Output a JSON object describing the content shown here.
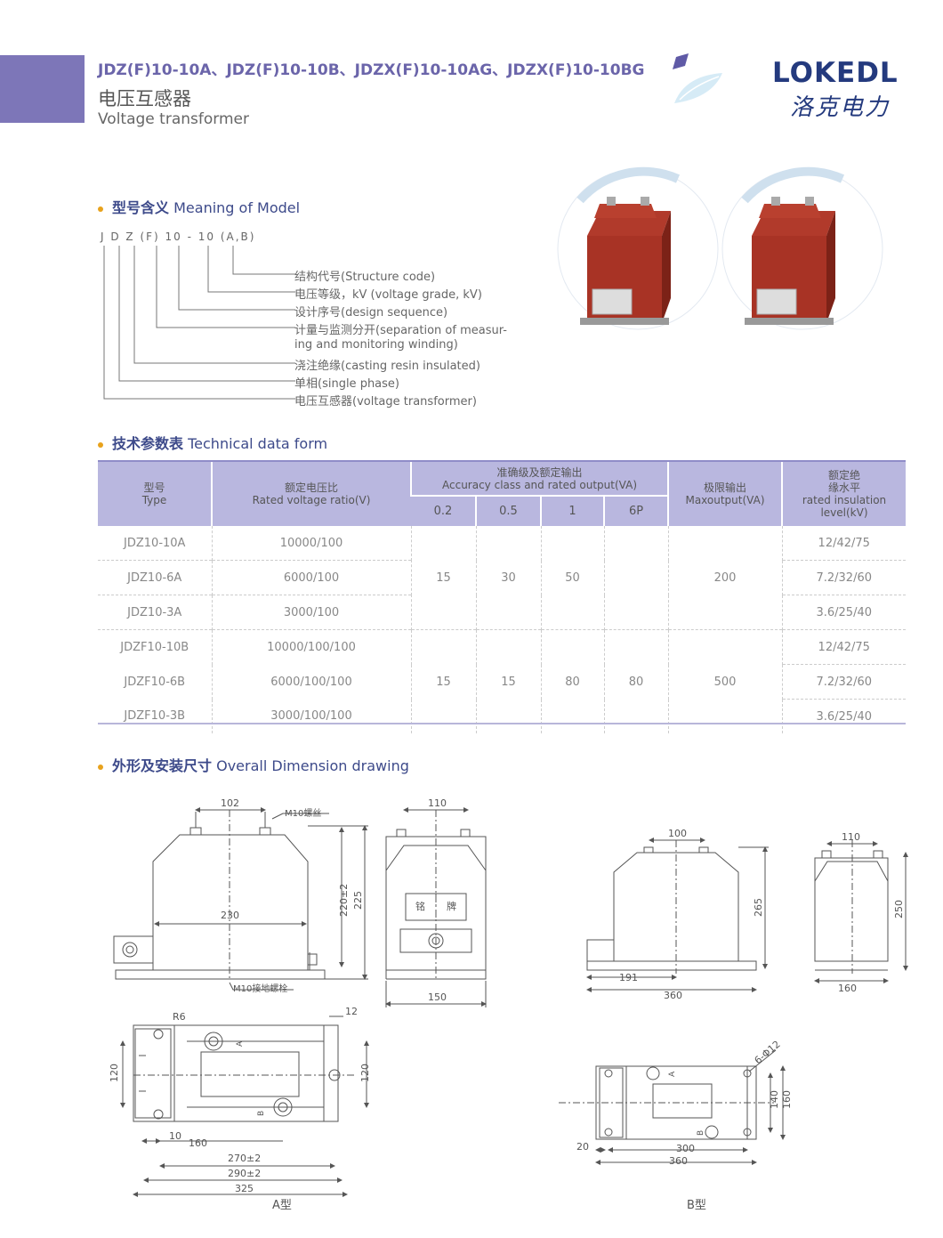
{
  "header": {
    "models": "JDZ(F)10-10A、JDZ(F)10-10B、JDZX(F)10-10AG、JDZX(F)10-10BG",
    "title_cn": "电压互感器",
    "title_en": "Voltage transformer"
  },
  "brand": {
    "name": "LOKEDL",
    "name_cn": "洛克电力",
    "color": "#243a7e",
    "accent": "#7d76b8"
  },
  "model_meaning": {
    "title_cn": "型号含义",
    "title_en": "Meaning of Model",
    "code": "J D Z (F) 10 - 10 (A,B)",
    "items": [
      "结构代号(Structure code)",
      "电压等级，kV (voltage grade, kV)",
      "设计序号(design sequence)",
      "计量与监测分开(separation of measur-",
      "ing and monitoring winding)",
      "浇注绝缘(casting resin insulated)",
      "单相(single phase)",
      "电压互感器(voltage transformer)"
    ]
  },
  "tech_data": {
    "title_cn": "技术参数表",
    "title_en": "Technical data form",
    "headers": {
      "type_cn": "型号",
      "type_en": "Type",
      "ratio_cn": "额定电压比",
      "ratio_en": "Rated voltage ratio(V)",
      "acc_cn": "准确级及额定输出",
      "acc_en": "Accuracy class and rated output(VA)",
      "c02": "0.2",
      "c05": "0.5",
      "c1": "1",
      "c6p": "6P",
      "max_cn": "极限输出",
      "max_en": "Maxoutput(VA)",
      "ins_cn1": "额定绝",
      "ins_cn2": "缘水平",
      "ins_en1": "rated insulation",
      "ins_en2": "level(kV)"
    },
    "rows": [
      {
        "type": "JDZ10-10A",
        "ratio": "10000/100",
        "ins": "12/42/75"
      },
      {
        "type": "JDZ10-6A",
        "ratio": "6000/100",
        "ins": "7.2/32/60"
      },
      {
        "type": "JDZ10-3A",
        "ratio": "3000/100",
        "ins": "3.6/25/40"
      },
      {
        "type": "JDZF10-10B",
        "ratio": "10000/100/100",
        "ins": "12/42/75"
      },
      {
        "type": "JDZF10-6B",
        "ratio": "6000/100/100",
        "ins": "7.2/32/60"
      },
      {
        "type": "JDZF10-3B",
        "ratio": "3000/100/100",
        "ins": "3.6/25/40"
      }
    ],
    "group_a": {
      "c02": "15",
      "c05": "30",
      "c1": "50",
      "c6p": "",
      "max": "200"
    },
    "group_b": {
      "c02": "15",
      "c05": "15",
      "c1": "80",
      "c6p": "80",
      "max": "500"
    }
  },
  "dimension": {
    "title_cn": "外形及安装尺寸",
    "title_en": "Overall Dimension drawing",
    "a": {
      "label": "A型",
      "d102": "102",
      "m10_screw": "M10螺丝",
      "d220": "220±2",
      "d225": "225",
      "d230": "230",
      "m10_ground": "M10接地螺栓",
      "d110": "110",
      "d150": "150",
      "nameplate1": "铭",
      "nameplate2": "牌",
      "r6": "R6",
      "d12": "12",
      "d120a": "120",
      "d120b": "120",
      "d10": "10",
      "d160": "160",
      "d270": "270±2",
      "d290": "290±2",
      "d325": "325",
      "mark_a": "A",
      "mark_b": "B"
    },
    "b": {
      "label": "B型",
      "d100": "100",
      "d265": "265",
      "d191": "191",
      "d360": "360",
      "d110": "110",
      "d250": "250",
      "d160": "160",
      "holes": "6-Φ12",
      "d140": "140",
      "d160b": "160",
      "d20": "20",
      "d300": "300",
      "d360b": "360",
      "mark_a": "A",
      "mark_b": "B"
    }
  }
}
